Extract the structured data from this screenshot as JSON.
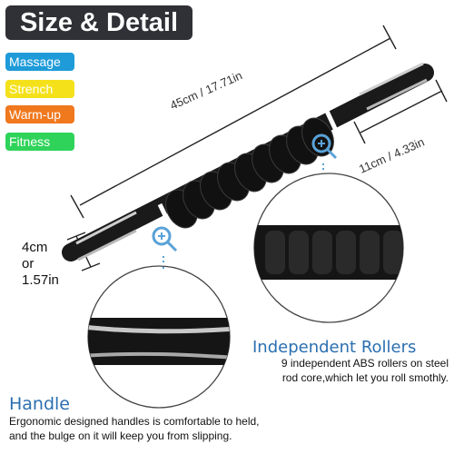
{
  "title": "Size & Detail",
  "tags": {
    "massage": "Massage",
    "strench": "Strench",
    "warmup": "Warm-up",
    "fitness": "Fitness"
  },
  "dimensions": {
    "length": "45cm / 17.71in",
    "roller_length": "11cm / 4.33in",
    "handle_diameter_line1": "4cm",
    "handle_diameter_line2": "or",
    "handle_diameter_line3": "1.57in"
  },
  "rollers": {
    "heading": "Independent Rollers",
    "line1": "9 independent ABS rollers on steel",
    "line2": "rod core,which let you roll smothly."
  },
  "handle": {
    "heading": "Handle",
    "line1": "Ergonomic designed handles is comfortable to held,",
    "line2": "and the bulge on it will keep you from slipping."
  },
  "colors": {
    "title_bg": "#2f3136",
    "massage": "#1e9bd8",
    "strench": "#f4e11a",
    "warmup": "#f0781d",
    "fitness": "#2fd35a",
    "heading_blue": "#2b6fb0",
    "zoom_icon": "#5aa2d8"
  }
}
